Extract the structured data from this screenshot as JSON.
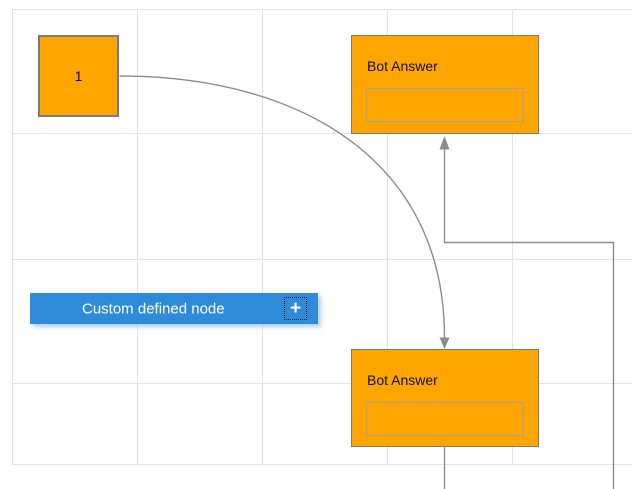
{
  "canvas": {
    "background_color": "#ffffff",
    "grid_color": "#e3e3e3"
  },
  "palette": {
    "node_fill": "#ffa500",
    "node_border": "#7b7b7b",
    "connector_color": "#8c8c8c",
    "custom_node_fill": "#2e8bd9",
    "custom_node_text_color": "#ffffff"
  },
  "nodes": {
    "start": {
      "label": "1"
    },
    "bot_answer_top": {
      "title": "Bot Answer",
      "input_value": ""
    },
    "bot_answer_bottom": {
      "title": "Bot Answer",
      "input_value": ""
    },
    "custom": {
      "label": "Custom defined node",
      "add_icon": "+"
    }
  }
}
